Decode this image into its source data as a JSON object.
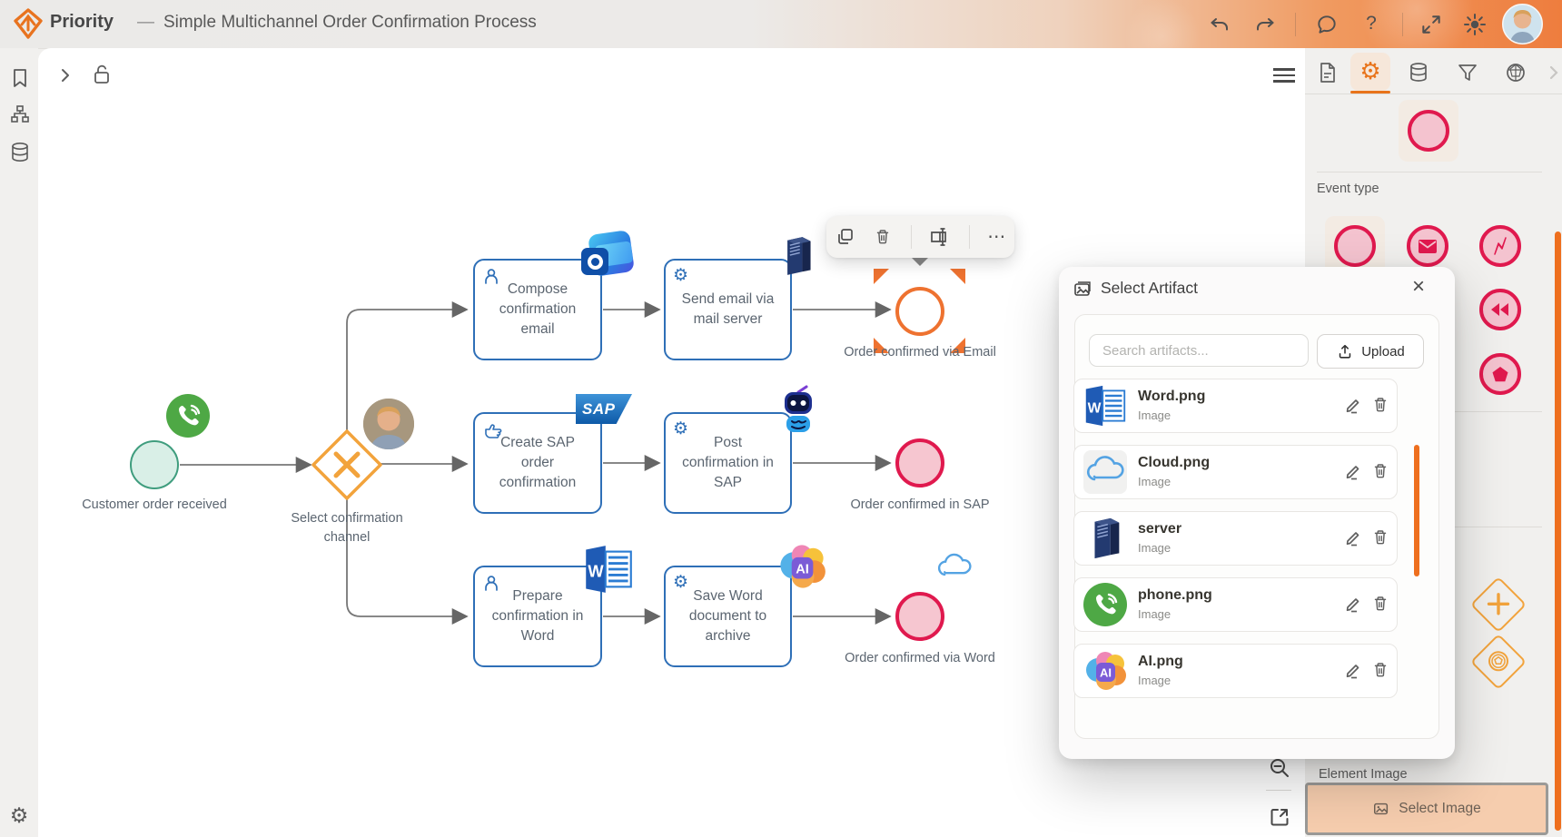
{
  "header": {
    "brand": "Priority",
    "dash": "—",
    "title": "Simple Multichannel Order Confirmation Process",
    "help": "?"
  },
  "canvas": {
    "start_label": "Customer order received",
    "gateway_label": "Select confirmation channel",
    "tasks": [
      {
        "label": "Compose confirmation email"
      },
      {
        "label": "Send email via mail server"
      },
      {
        "label": "Create SAP order confirmation"
      },
      {
        "label": "Post confirmation in SAP"
      },
      {
        "label": "Prepare confirmation in Word"
      },
      {
        "label": "Save Word document to archive"
      }
    ],
    "ends": [
      {
        "label": "Order confirmed via Email"
      },
      {
        "label": "Order confirmed in SAP"
      },
      {
        "label": "Order confirmed via Word"
      }
    ],
    "logos": {
      "sap": "SAP",
      "ai": "AI",
      "word": "W",
      "outlook": "O"
    }
  },
  "context_toolbar": {
    "more": "⋯"
  },
  "panel": {
    "event_type_label": "Event type",
    "element_image_label": "Element Image",
    "select_image_label": "Select Image"
  },
  "modal": {
    "title": "Select Artifact",
    "close": "×",
    "search_placeholder": "Search artifacts...",
    "upload_label": "Upload",
    "items": [
      {
        "name": "Word.png",
        "type": "Image"
      },
      {
        "name": "Cloud.png",
        "type": "Image"
      },
      {
        "name": "server",
        "type": "Image"
      },
      {
        "name": "phone.png",
        "type": "Image"
      },
      {
        "name": "AI.png",
        "type": "Image"
      }
    ]
  },
  "colors": {
    "accent_orange": "#ee7230",
    "crimson": "#e0194e",
    "task_blue": "#2e6fb7",
    "gateway_amber": "#f2a33c",
    "start_teal": "#3f9d7e"
  }
}
